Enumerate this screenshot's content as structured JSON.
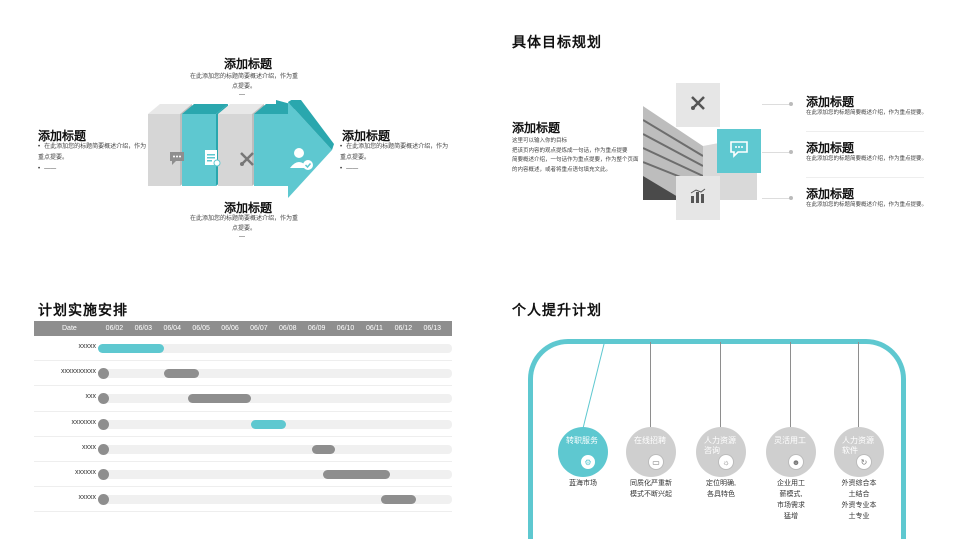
{
  "colors": {
    "accent": "#5ec8d0",
    "gray": "#8e8e8e",
    "light_gray": "#cfcfcf",
    "text": "#222222"
  },
  "arrow_section": {
    "top": {
      "title": "添加标题",
      "desc": "在此添加您的标题简要概述介绍，作为重点提要。",
      "dash": "—"
    },
    "left": {
      "title": "添加标题",
      "bullet1": "在此添加您的标题简要概述介绍，作为重点提要。",
      "bullet2": "——"
    },
    "right": {
      "title": "添加标题",
      "bullet1": "在此添加您的标题简要概述介绍，作为重点提要。",
      "bullet2": "——"
    },
    "bottom": {
      "title": "添加标题",
      "desc": "在此添加您的标题简要概述介绍，作为重点提要。",
      "dash": "—"
    },
    "icons": [
      "chat-icon",
      "document-icon",
      "tools-icon",
      "user-check-icon"
    ]
  },
  "goals": {
    "section_title": "具体目标规划",
    "main_title": "添加标题",
    "main_text": [
      "这里可以输入你的目标",
      "把该页内容的观点提炼成一句话，作为重点提要",
      "简要概述介绍，一句话作为重点提要，作为整个页面",
      "的内容概述，或者将重点语句填充文此。"
    ],
    "items": [
      {
        "title": "添加标题",
        "desc": "在此添加您的标题简要概述介绍，作为重点提要。"
      },
      {
        "title": "添加标题",
        "desc": "在此添加您的标题简要概述介绍，作为重点提要。"
      },
      {
        "title": "添加标题",
        "desc": "在此添加您的标题简要概述介绍，作为重点提要。"
      }
    ],
    "icons": [
      "tools-icon",
      "chat-icon",
      "chart-icon"
    ]
  },
  "plan": {
    "section_title": "计划实施安排",
    "header_date": "Date",
    "dates": [
      "06/02",
      "06/03",
      "06/04",
      "06/05",
      "06/06",
      "06/07",
      "06/08",
      "06/09",
      "06/10",
      "06/11",
      "06/12",
      "06/13"
    ],
    "rows": [
      {
        "label": "xxxxx",
        "start": 0,
        "end": 2.3,
        "highlight": true
      },
      {
        "label": "xxxxxxxxxx",
        "start": 2.3,
        "end": 3.5,
        "highlight": false
      },
      {
        "label": "xxx",
        "start": 3.1,
        "end": 5.3,
        "highlight": false
      },
      {
        "label": "xxxxxxx",
        "start": 5.3,
        "end": 6.5,
        "highlight": true
      },
      {
        "label": "xxxx",
        "start": 7.4,
        "end": 8.2,
        "highlight": false
      },
      {
        "label": "xxxxxx",
        "start": 7.8,
        "end": 10.1,
        "highlight": false
      },
      {
        "label": "xxxxx",
        "start": 9.8,
        "end": 11.0,
        "highlight": false
      }
    ]
  },
  "personal": {
    "section_title": "个人提升计划",
    "steps": [
      {
        "name": "转职服务",
        "caption": [
          "蓝海市场"
        ],
        "icon": "gear-icon",
        "active": true
      },
      {
        "name": "在线招聘",
        "caption": [
          "同质化严重新",
          "模式不断兴起"
        ],
        "icon": "screen-icon",
        "active": false
      },
      {
        "name": "人力资源咨询",
        "caption": [
          "定位明确,",
          "各具特色"
        ],
        "icon": "bulb-icon",
        "active": false
      },
      {
        "name": "灵活用工",
        "caption": [
          "企业用工",
          "薪模式,",
          "市场需求",
          "猛增"
        ],
        "icon": "users-icon",
        "active": false
      },
      {
        "name": "人力资源软件",
        "caption": [
          "外资综合本",
          "土结合",
          "外资专业本",
          "土专业"
        ],
        "icon": "refresh-icon",
        "active": false
      }
    ]
  }
}
